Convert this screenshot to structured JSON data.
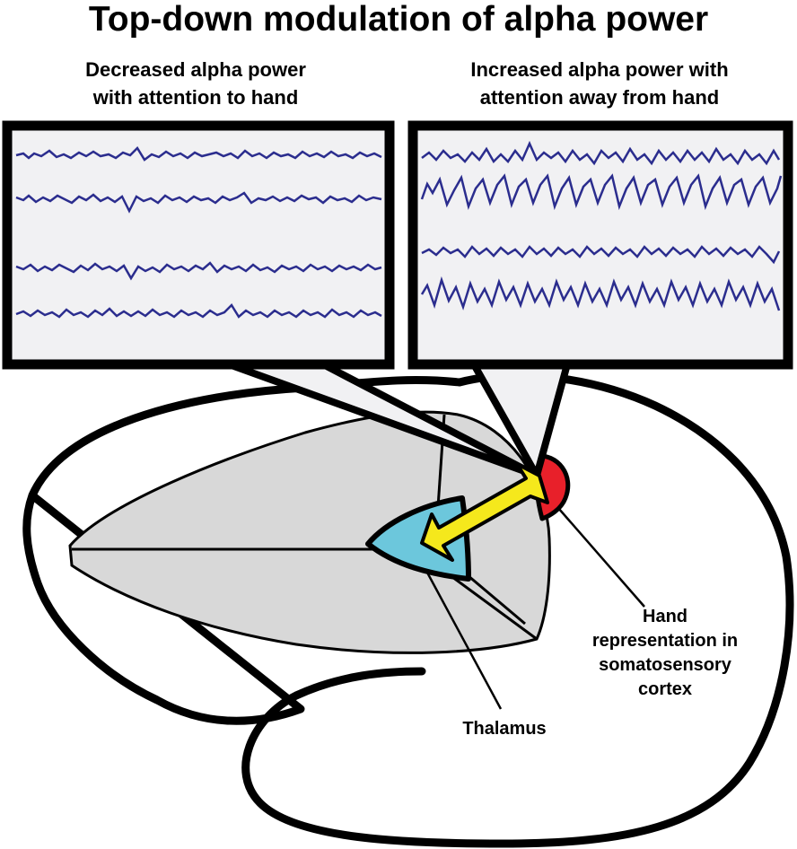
{
  "title": "Top-down modulation of alpha power",
  "left_panel": {
    "caption_line1": "Decreased alpha power",
    "caption_line2": "with attention to hand"
  },
  "right_panel": {
    "caption_line1": "Increased alpha power with",
    "caption_line2": "attention away from hand"
  },
  "labels": {
    "thalamus": "Thalamus",
    "hand_line1": "Hand",
    "hand_line2": "representation in",
    "hand_line3": "somatosensory",
    "hand_line4": "cortex"
  },
  "colors": {
    "trace": "#2b2d8e",
    "panel_fill": "#f1f1f3",
    "region_fill": "#d8d8d8",
    "thalamus": "#6cc7dc",
    "hand_cortex": "#e8202a",
    "arrow": "#f5e81c"
  }
}
